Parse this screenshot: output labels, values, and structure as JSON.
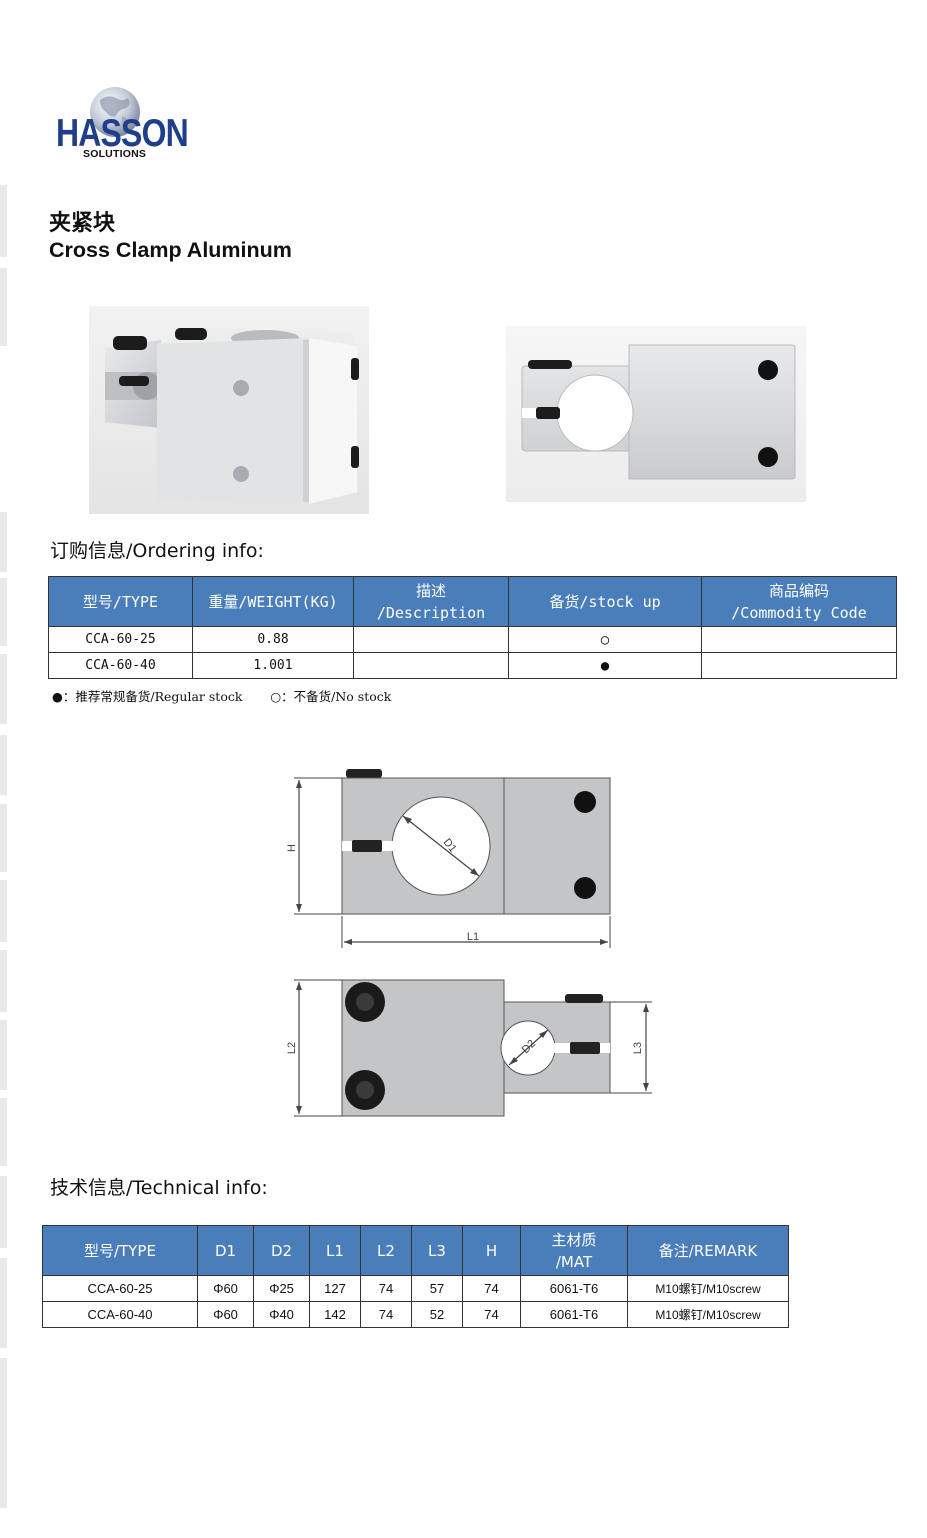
{
  "brand": {
    "name": "HASSON",
    "tagline": "SOLUTIONS",
    "logo_color": "#1f3f8a"
  },
  "product": {
    "title_cn": "夹紧块",
    "title_en": "Cross Clamp Aluminum"
  },
  "ordering": {
    "section_title": "订购信息/Ordering info:",
    "header_color": "#4a7ebb",
    "headers": [
      {
        "line1": "型号/TYPE",
        "line2": ""
      },
      {
        "line1": "重量/WEIGHT(KG)",
        "line2": ""
      },
      {
        "line1": "描述",
        "line2": "/Description"
      },
      {
        "line1": "备货/stock up",
        "line2": ""
      },
      {
        "line1": "商品编码",
        "line2": "/Commodity Code"
      }
    ],
    "rows": [
      {
        "type": "CCA-60-25",
        "weight": "0.88",
        "description": "",
        "stock": "○",
        "code": ""
      },
      {
        "type": "CCA-60-40",
        "weight": "1.001",
        "description": "",
        "stock": "●",
        "code": ""
      }
    ],
    "legend_regular": "●：推荐常规备货/Regular stock",
    "legend_none": "○：不备货/No stock"
  },
  "drawing_labels": {
    "h": "H",
    "d1": "D1",
    "l1": "L1",
    "l2": "L2",
    "d2": "D2",
    "l3": "L3"
  },
  "technical": {
    "section_title": "技术信息/Technical info:",
    "headers": [
      {
        "line1": "型号/TYPE",
        "line2": ""
      },
      {
        "line1": "D1",
        "line2": ""
      },
      {
        "line1": "D2",
        "line2": ""
      },
      {
        "line1": "L1",
        "line2": ""
      },
      {
        "line1": "L2",
        "line2": ""
      },
      {
        "line1": "L3",
        "line2": ""
      },
      {
        "line1": "H",
        "line2": ""
      },
      {
        "line1": "主材质",
        "line2": "/MAT"
      },
      {
        "line1": "备注/REMARK",
        "line2": ""
      }
    ],
    "rows": [
      {
        "type": "CCA-60-25",
        "d1": "Φ60",
        "d2": "Φ25",
        "l1": "127",
        "l2": "74",
        "l3": "57",
        "h": "74",
        "mat": "6061-T6",
        "remark": "M10螺钉/M10screw"
      },
      {
        "type": "CCA-60-40",
        "d1": "Φ60",
        "d2": "Φ40",
        "l1": "142",
        "l2": "74",
        "l3": "52",
        "h": "74",
        "mat": "6061-T6",
        "remark": "M10螺钉/M10screw"
      }
    ]
  }
}
